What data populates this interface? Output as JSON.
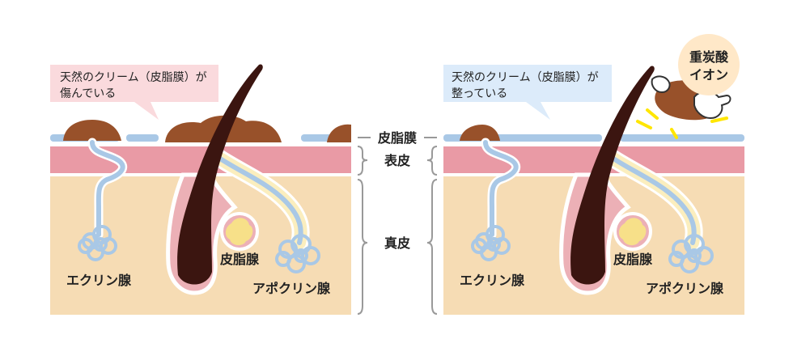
{
  "left_panel": {
    "callout": {
      "line1": "天然のクリーム（皮脂膜）が",
      "line2": "傷んでいる"
    },
    "labels": {
      "eccrine": "エクリン腺",
      "sebaceous": "皮脂腺",
      "apocrine": "アポクリン腺"
    }
  },
  "right_panel": {
    "callout": {
      "line1": "天然のクリーム（皮脂膜）が",
      "line2": "整っている"
    },
    "labels": {
      "eccrine": "エクリン腺",
      "sebaceous": "皮脂腺",
      "apocrine": "アポクリン腺"
    },
    "badge": {
      "line1": "重炭酸",
      "line2": "イオン"
    }
  },
  "layers": {
    "sebum_film": "皮脂膜",
    "epidermis": "表皮",
    "dermis": "真皮"
  },
  "colors": {
    "dermis": "#f6dcb4",
    "epidermis": "#e99aa5",
    "sebum_film": "#a9c8e6",
    "sebum_blob": "#98512a",
    "hair": "#3b1510",
    "follicle": "#ecb0b6",
    "gland": "#f7e089",
    "duct": "#a9c8e6",
    "callout_left": "#fadadd",
    "callout_right": "#dcebfa",
    "badge": "#ffe8c8",
    "badge_text": "#1c56b6",
    "spark": "#ffe600"
  }
}
